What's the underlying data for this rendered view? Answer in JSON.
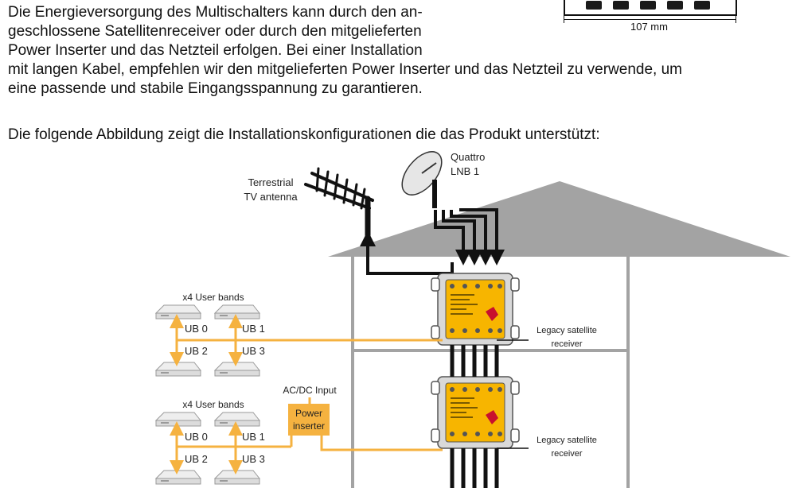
{
  "text": {
    "para1": [
      "Die Energieversorgung des Multischalters kann durch den an-",
      "geschlossene Satellitenreceiver oder durch den mitgelieferten",
      "Power Inserter und das Netzteil erfolgen. Bei einer Installation",
      "mit langen Kabel, empfehlen wir den mitgelieferten Power Inserter und das Netzteil zu verwende, um",
      "eine passende und stabile Eingangsspannung zu garantieren."
    ],
    "para2": "Die folgende Abbildung zeigt die Installationskonfigurationen die das Produkt unterstützt:"
  },
  "dimension": {
    "label": "107 mm"
  },
  "diagram": {
    "antenna_label": [
      "Terrestrial",
      "TV antenna"
    ],
    "lnb_label": [
      "Quattro",
      "LNB 1"
    ],
    "user_bands_title": "x4 User bands",
    "ub_labels": [
      "UB 0",
      "UB 1",
      "UB 2",
      "UB 3"
    ],
    "ac_dc_label": "AC/DC Input",
    "power_inserter_label": [
      "Power",
      "inserter"
    ],
    "legacy_label": [
      "Legacy satellite",
      "receiver"
    ]
  },
  "colors": {
    "roof": "#a3a3a3",
    "wall": "#a3a3a3",
    "cable_orange": "#f5b240",
    "device_yellow": "#f7b500",
    "device_body": "#d9d9d9",
    "cable_black": "#111111"
  }
}
